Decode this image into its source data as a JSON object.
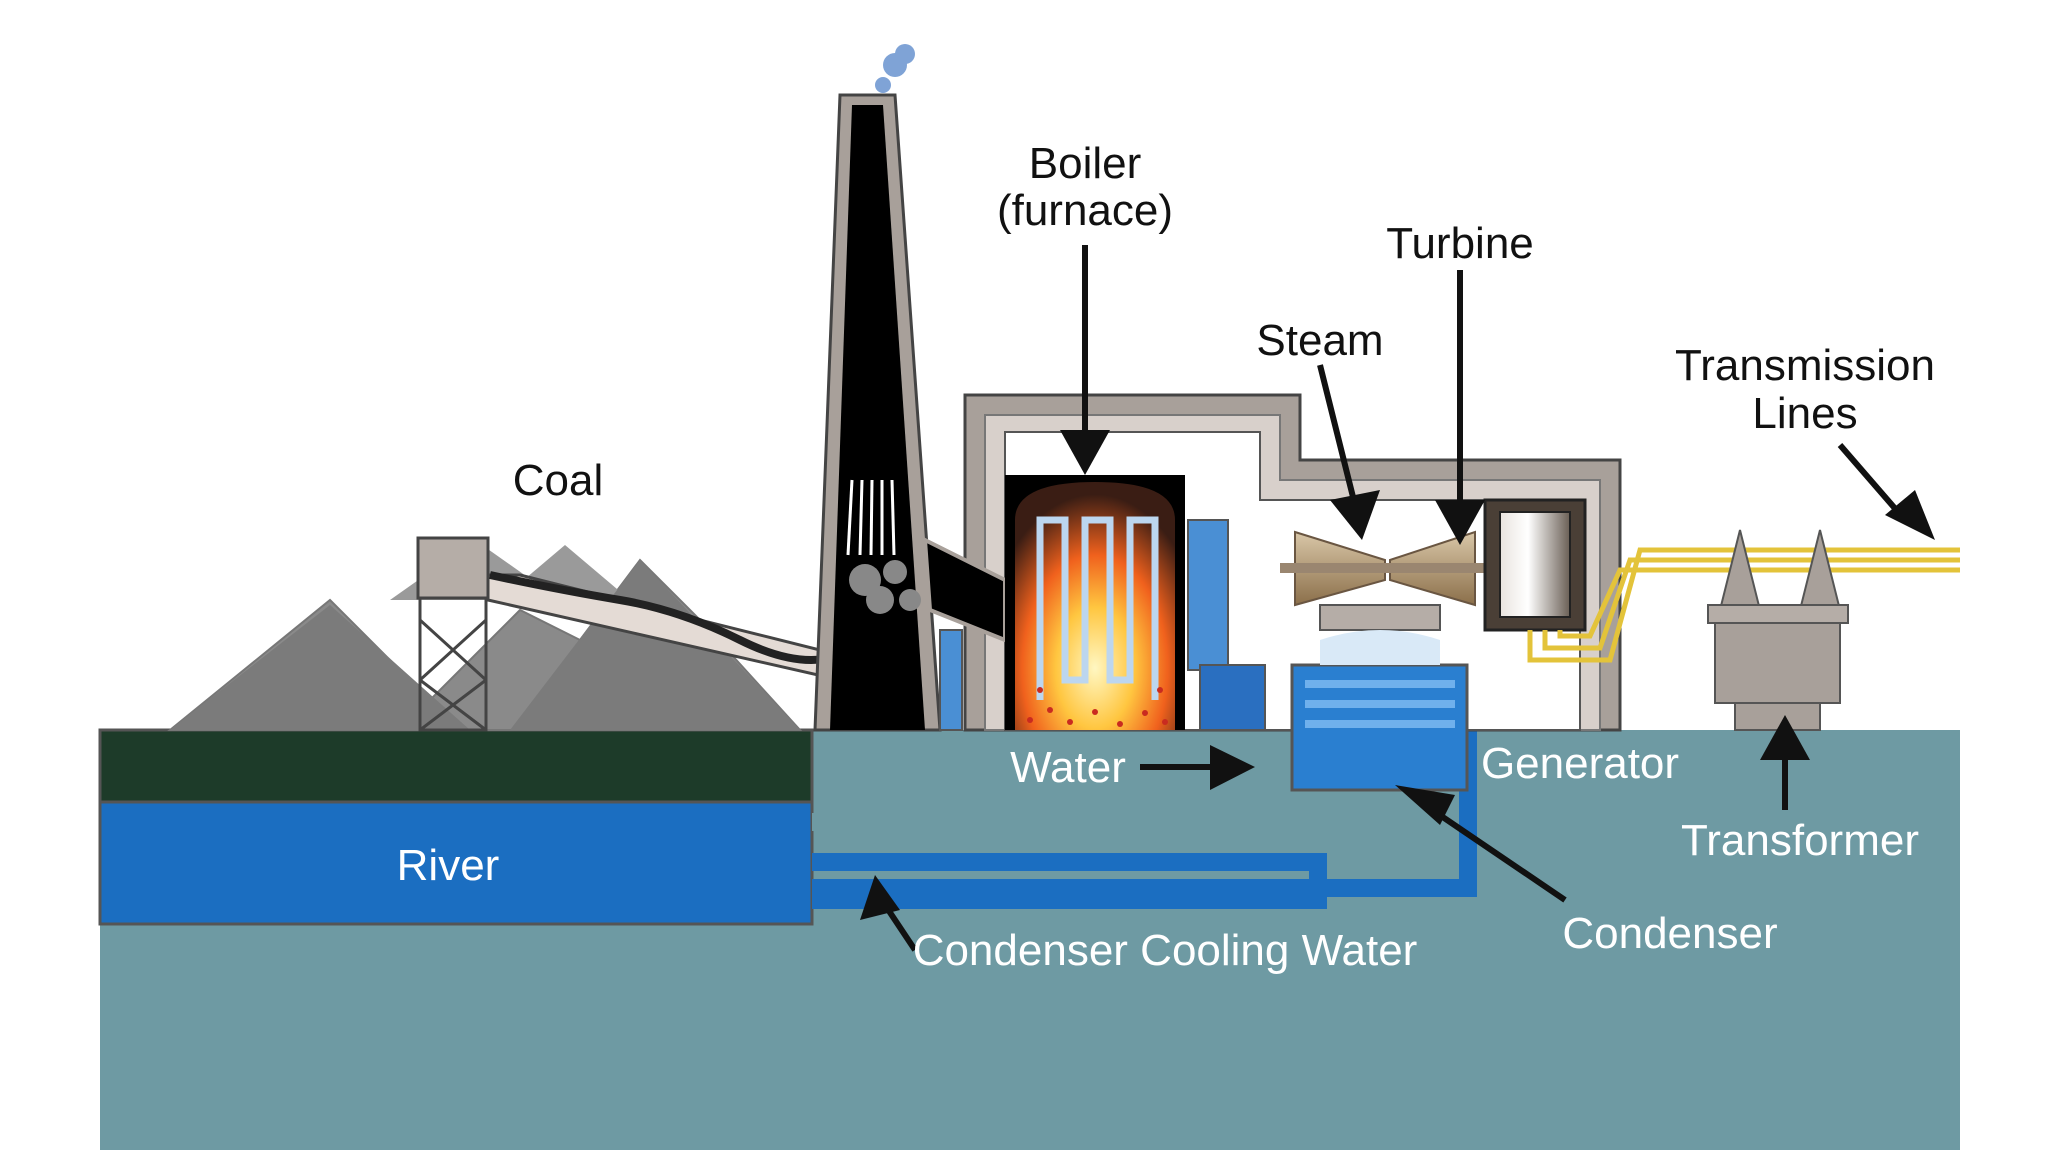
{
  "labels": {
    "coal": "Coal",
    "boiler_line1": "Boiler",
    "boiler_line2": "(furnace)",
    "turbine": "Turbine",
    "steam": "Steam",
    "transmission_line1": "Transmission",
    "transmission_line2": "Lines",
    "water": "Water",
    "generator": "Generator",
    "transformer": "Transformer",
    "river": "River",
    "condenser": "Condenser",
    "condenser_cooling_water": "Condenser Cooling Water"
  },
  "colors": {
    "ground": "#6e9aa3",
    "earth": "#1d3b29",
    "river": "#1b6ec1",
    "building": "#a8a09a",
    "building_inner": "#d8d0cb",
    "stack": "#000000",
    "coal_pile": "#8a8a8a",
    "power_line": "#e3c33a",
    "condenser_water": "#2a7fd0"
  }
}
